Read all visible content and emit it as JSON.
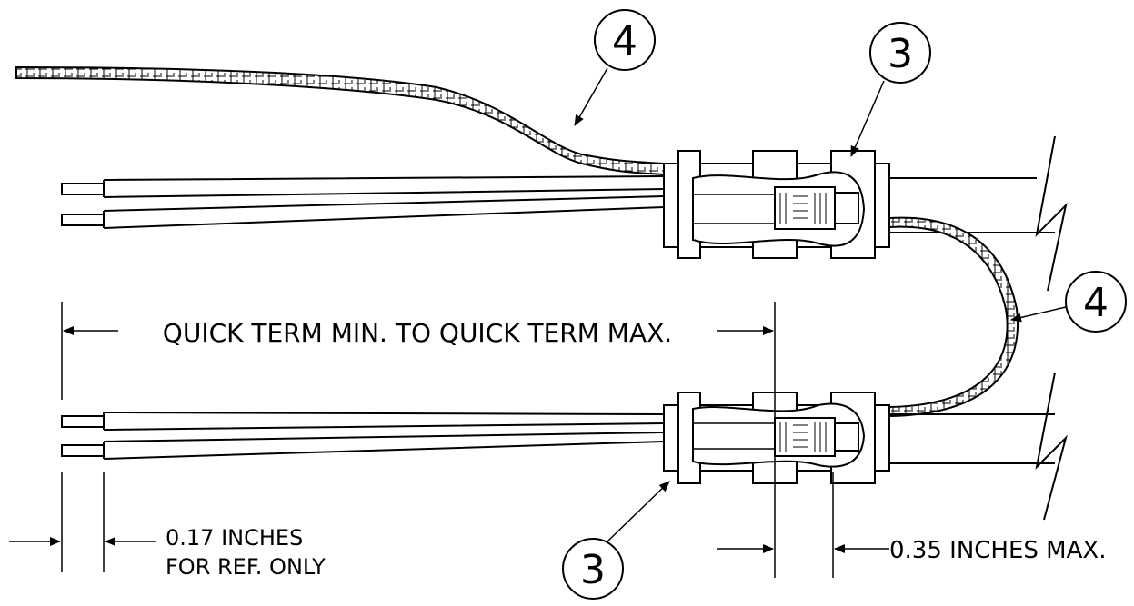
{
  "diagram": {
    "callouts": [
      {
        "id": "callout-4-top",
        "label": "4"
      },
      {
        "id": "callout-3-top",
        "label": "3"
      },
      {
        "id": "callout-4-right",
        "label": "4"
      },
      {
        "id": "callout-3-bottom",
        "label": "3"
      }
    ],
    "dimensions": {
      "main_label": "QUICK TERM MIN. TO QUICK TERM MAX.",
      "ref_label_line1": "0.17 INCHES",
      "ref_label_line2": "FOR REF. ONLY",
      "max_label": "0.35 INCHES MAX."
    }
  }
}
